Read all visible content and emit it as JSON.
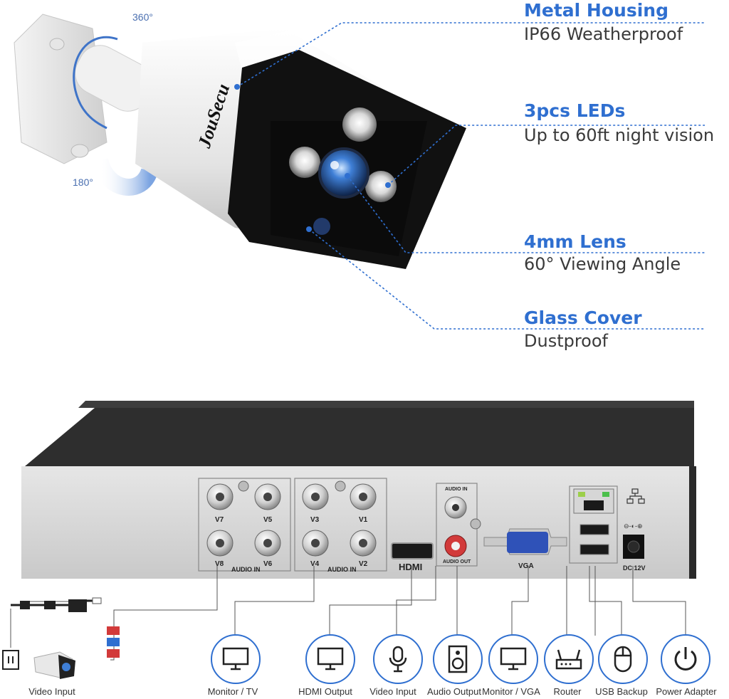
{
  "camera": {
    "brand": "JouSecu",
    "rotation_pan": "360°",
    "rotation_tilt": "180°"
  },
  "features": [
    {
      "title": "Metal Housing",
      "desc": "IP66 Weatherproof"
    },
    {
      "title": "3pcs LEDs",
      "desc": "Up to 60ft night vision"
    },
    {
      "title": "4mm Lens",
      "desc": "60° Viewing Angle"
    },
    {
      "title": "Glass Cover",
      "desc": "Dustproof"
    }
  ],
  "dvr": {
    "bnc_ports": [
      "V7",
      "V5",
      "V8",
      "V6",
      "V3",
      "V1",
      "V4",
      "V2"
    ],
    "audio_in_left": "AUDIO IN",
    "audio_in_right": "AUDIO IN",
    "audio_in_top": "AUDIO IN",
    "audio_out": "AUDIO OUT",
    "hdmi": "HDMI",
    "vga": "VGA",
    "dc": "DC 12V"
  },
  "connections": [
    {
      "label": "Video Input",
      "icon": "camera-icon"
    },
    {
      "label": "Monitor / TV",
      "icon": "monitor-icon"
    },
    {
      "label": "HDMI Output",
      "icon": "monitor-icon"
    },
    {
      "label": "Video Input",
      "icon": "microphone-icon"
    },
    {
      "label": "Audio Output",
      "icon": "speaker-icon"
    },
    {
      "label": "Monitor / VGA",
      "icon": "monitor-icon"
    },
    {
      "label": "Router",
      "icon": "router-icon"
    },
    {
      "label": "USB Backup",
      "icon": "mouse-icon"
    },
    {
      "label": "Power Adapter",
      "icon": "power-icon"
    }
  ],
  "colors": {
    "accent": "#2f6fd0",
    "dvr_body": "#2a2a2a",
    "panel": "#d6d6d6"
  }
}
